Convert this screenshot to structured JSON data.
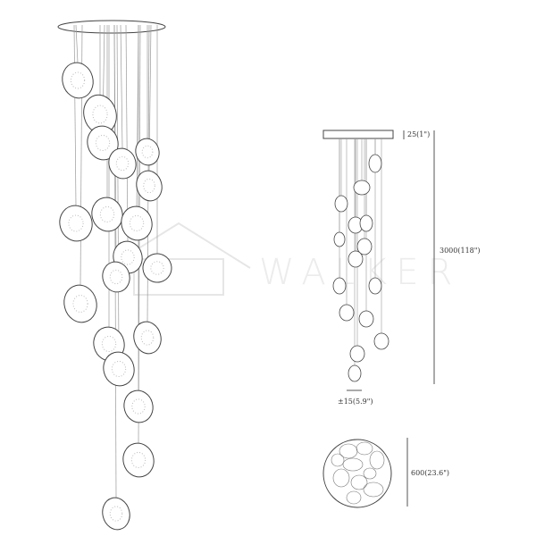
{
  "watermark": {
    "brand": "WALKER"
  },
  "dimensions": {
    "canopy_height": "25(1\")",
    "total_height": "3000(118\")",
    "tolerance": "±15(5.9\")",
    "canopy_diameter": "600(23.6\")"
  },
  "colors": {
    "line": "#444444",
    "wire": "#9a9a9a",
    "watermark": "#ececec"
  }
}
